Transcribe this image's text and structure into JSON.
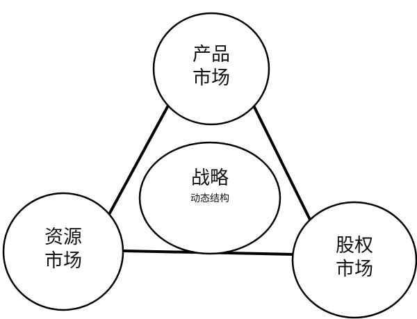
{
  "nodes": {
    "product_market": {
      "line1": "产品",
      "line2": "市场"
    },
    "strategy": {
      "title": "战略",
      "subtitle": "动态结构"
    },
    "resource_market": {
      "line1": "资源",
      "line2": "市场"
    },
    "equity_market": {
      "line1": "股权",
      "line2": "市场"
    }
  },
  "colors": {
    "stroke": "#000000",
    "fill": "#ffffff"
  }
}
